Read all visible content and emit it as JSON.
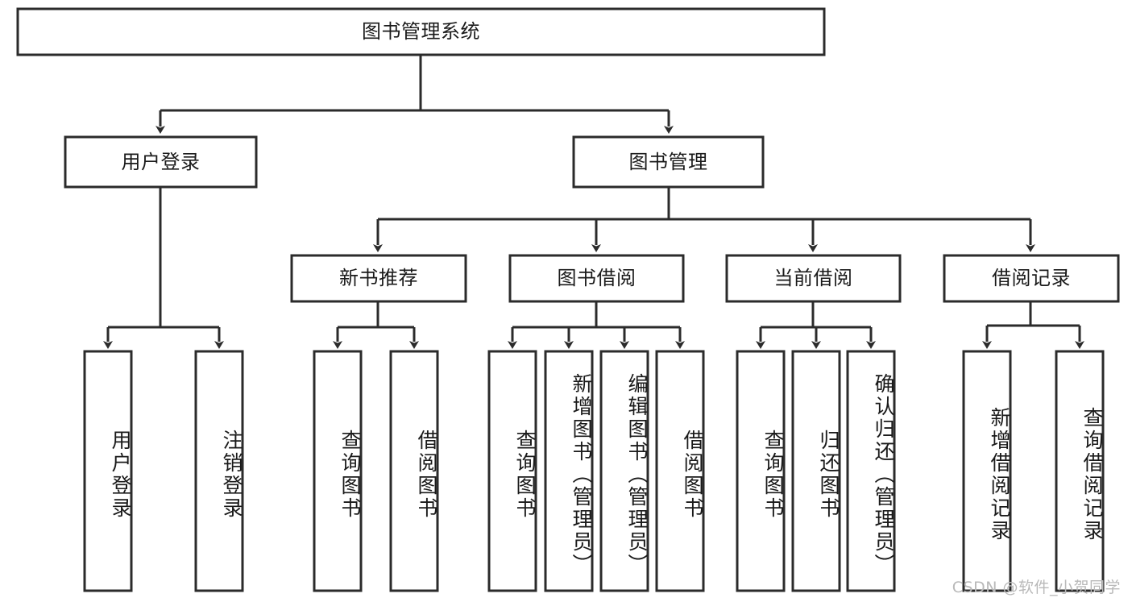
{
  "diagram": {
    "type": "hierarchy-tree",
    "title": "图书管理系统",
    "watermark": "CSDN @软件_小贺同学",
    "colors": {
      "box_stroke": "#2b2b2b",
      "box_fill": "#ffffff",
      "text": "#1a1a1a",
      "background": "#ffffff",
      "watermark": "#b9b9b9"
    },
    "levels": {
      "root": {
        "label": "图书管理系统"
      },
      "level2": [
        {
          "label": "用户登录"
        },
        {
          "label": "图书管理"
        }
      ],
      "level3": [
        {
          "label": "新书推荐"
        },
        {
          "label": "图书借阅"
        },
        {
          "label": "当前借阅"
        },
        {
          "label": "借阅记录"
        }
      ],
      "leaves": {
        "user_login": [
          {
            "label": "用户登录"
          },
          {
            "label": "注销登录"
          }
        ],
        "new_book_recommend": [
          {
            "label": "查询图书"
          },
          {
            "label": "借阅图书"
          }
        ],
        "book_borrow": [
          {
            "label": "查询图书"
          },
          {
            "label": "新增图书（管理员）"
          },
          {
            "label": "编辑图书（管理员）"
          },
          {
            "label": "借阅图书"
          }
        ],
        "current_borrow": [
          {
            "label": "查询图书"
          },
          {
            "label": "归还图书"
          },
          {
            "label": "确认归还（管理员）"
          }
        ],
        "borrow_record": [
          {
            "label": "新增借阅记录"
          },
          {
            "label": "查询借阅记录"
          }
        ]
      }
    }
  }
}
